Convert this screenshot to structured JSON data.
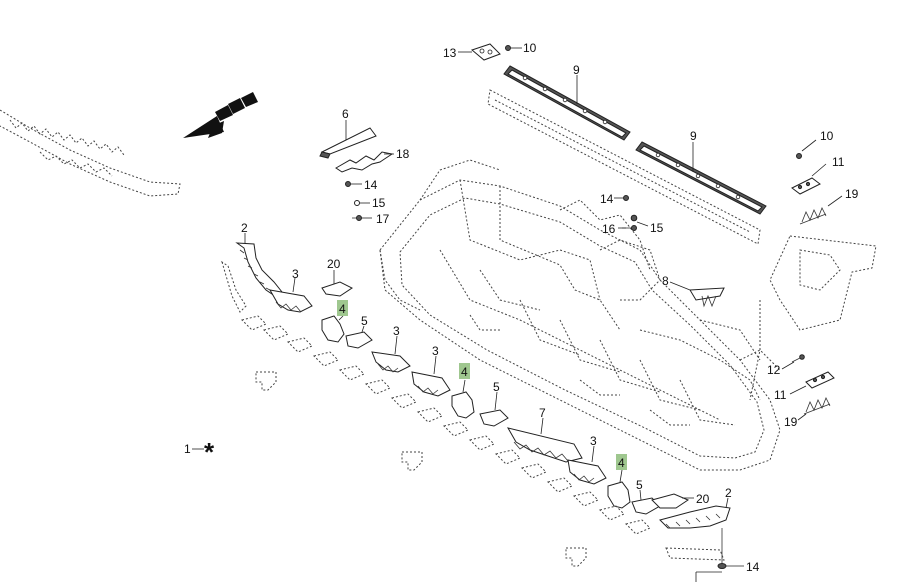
{
  "callouts": [
    {
      "id": "c13",
      "text": "13"
    },
    {
      "id": "c10a",
      "text": "10"
    },
    {
      "id": "c9a",
      "text": "9"
    },
    {
      "id": "c9b",
      "text": "9"
    },
    {
      "id": "c6",
      "text": "6"
    },
    {
      "id": "c18",
      "text": "18"
    },
    {
      "id": "c14a",
      "text": "14"
    },
    {
      "id": "c15a",
      "text": "15"
    },
    {
      "id": "c17",
      "text": "17"
    },
    {
      "id": "c14b",
      "text": "14"
    },
    {
      "id": "c16",
      "text": "16"
    },
    {
      "id": "c15b",
      "text": "15"
    },
    {
      "id": "c10b",
      "text": "10"
    },
    {
      "id": "c11a",
      "text": "11"
    },
    {
      "id": "c19a",
      "text": "19"
    },
    {
      "id": "c8",
      "text": "8"
    },
    {
      "id": "c12",
      "text": "12"
    },
    {
      "id": "c11b",
      "text": "11"
    },
    {
      "id": "c19b",
      "text": "19"
    },
    {
      "id": "c2a",
      "text": "2"
    },
    {
      "id": "c3a",
      "text": "3"
    },
    {
      "id": "c20a",
      "text": "20"
    },
    {
      "id": "c4a",
      "text": "4",
      "highlight": true
    },
    {
      "id": "c5a",
      "text": "5"
    },
    {
      "id": "c3b",
      "text": "3"
    },
    {
      "id": "c3c",
      "text": "3"
    },
    {
      "id": "c4b",
      "text": "4",
      "highlight": true
    },
    {
      "id": "c5b",
      "text": "5"
    },
    {
      "id": "c7",
      "text": "7"
    },
    {
      "id": "c3d",
      "text": "3"
    },
    {
      "id": "c4c",
      "text": "4",
      "highlight": true
    },
    {
      "id": "c5c",
      "text": "5"
    },
    {
      "id": "c20b",
      "text": "20"
    },
    {
      "id": "c2b",
      "text": "2"
    },
    {
      "id": "c14c",
      "text": "14"
    },
    {
      "id": "c1",
      "text": "1"
    }
  ],
  "asterisk": "*",
  "highlight_color": "#9fc78f"
}
